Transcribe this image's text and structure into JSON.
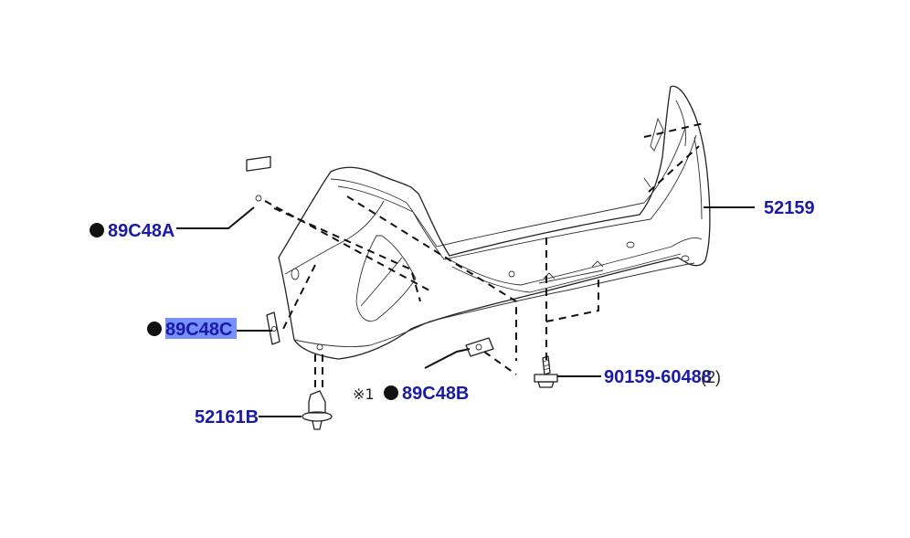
{
  "labels": {
    "main_bumper": "52159",
    "retainer_a": "89C48A",
    "retainer_c": "89C48C",
    "retainer_b": "89C48B",
    "clip": "52161B",
    "screw": "90159-60488",
    "screw_qty": "(2)",
    "note_mark": "※1"
  },
  "colors": {
    "label_text": "#1a1aa6",
    "highlight": "#4a6bff",
    "line": "#111111"
  }
}
